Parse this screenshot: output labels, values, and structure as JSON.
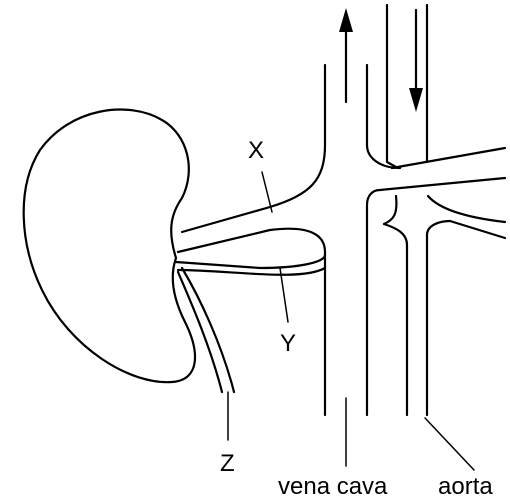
{
  "labels": {
    "x": "X",
    "y": "Y",
    "z": "Z",
    "vena_cava": "vena cava",
    "aorta": "aorta"
  }
}
